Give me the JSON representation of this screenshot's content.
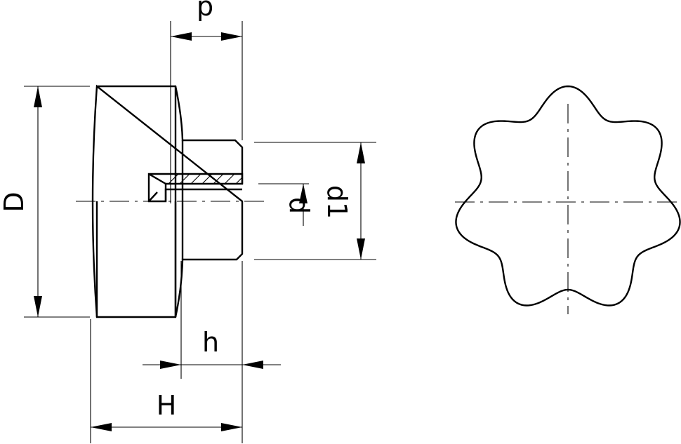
{
  "labels": {
    "p": "p",
    "D": "D",
    "d": "d",
    "d1": "d1",
    "h": "h",
    "H": "H"
  }
}
